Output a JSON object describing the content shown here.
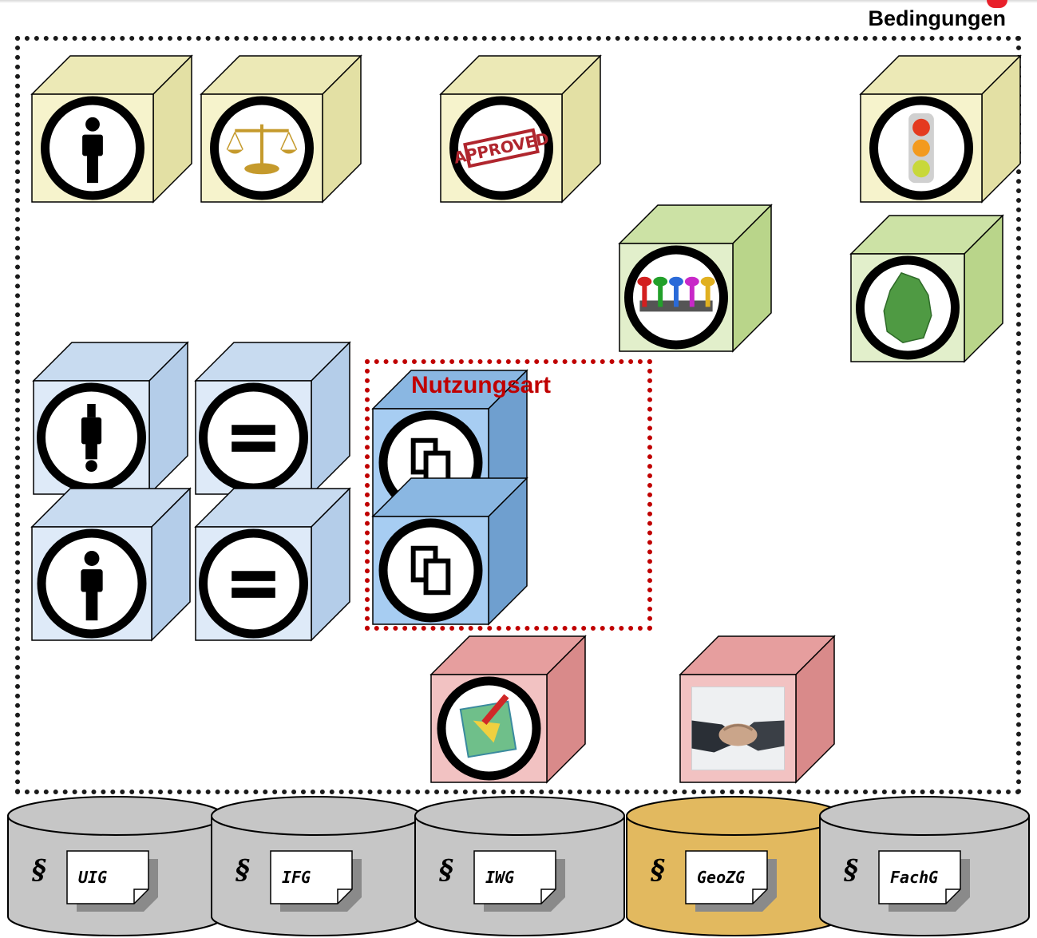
{
  "header": {
    "title": "Bedingungen",
    "accent_color": "#e8202a"
  },
  "usage_box": {
    "label": "Nutzungsart",
    "color": "#c00000"
  },
  "colors": {
    "yellow": [
      "#f6f3cc",
      "#ece9b6",
      "#e3e0a4"
    ],
    "green": [
      "#e2efcb",
      "#cce2a5",
      "#b9d58a"
    ],
    "lightblue": [
      "#deeaf8",
      "#c8dbf0",
      "#b4cde9"
    ],
    "blue": [
      "#a7cdf2",
      "#8ab7e2",
      "#6f9fcf"
    ],
    "red": [
      "#f2c2c2",
      "#e69e9e",
      "#d98a8a"
    ],
    "db_gray": "#c6c6c6",
    "db_gold": "#e2b95f"
  },
  "cubes": [
    {
      "name": "cube-attribution",
      "color": "yellow",
      "icon": "person-icon"
    },
    {
      "name": "cube-legal",
      "color": "yellow",
      "icon": "scales-icon"
    },
    {
      "name": "cube-approved",
      "color": "yellow",
      "icon": "approved-stamp-icon"
    },
    {
      "name": "cube-traffic-light",
      "color": "yellow",
      "icon": "traffic-light-icon"
    },
    {
      "name": "cube-pins",
      "color": "green",
      "icon": "pins-icon"
    },
    {
      "name": "cube-germany",
      "color": "green",
      "icon": "germany-map-icon"
    },
    {
      "name": "cube-attention",
      "color": "lightblue",
      "icon": "exclamation-person-icon"
    },
    {
      "name": "cube-no-derivatives-1",
      "color": "lightblue",
      "icon": "equals-icon"
    },
    {
      "name": "cube-attribution-2",
      "color": "lightblue",
      "icon": "person-icon"
    },
    {
      "name": "cube-no-derivatives-2",
      "color": "lightblue",
      "icon": "equals-icon"
    },
    {
      "name": "cube-copy-1",
      "color": "blue",
      "icon": "copy-icon"
    },
    {
      "name": "cube-copy-2",
      "color": "blue",
      "icon": "copy-icon"
    },
    {
      "name": "cube-map-edit",
      "color": "red",
      "icon": "map-edit-icon"
    },
    {
      "name": "cube-contract",
      "color": "red",
      "icon": "handshake-icon"
    }
  ],
  "databases": [
    {
      "name": "db-uig",
      "symbol": "§",
      "label": "UIG",
      "color": "db_gray"
    },
    {
      "name": "db-ifg",
      "symbol": "§",
      "label": "IFG",
      "color": "db_gray"
    },
    {
      "name": "db-iwg",
      "symbol": "§",
      "label": "IWG",
      "color": "db_gray"
    },
    {
      "name": "db-geozg",
      "symbol": "§",
      "label": "GeoZG",
      "color": "db_gold"
    },
    {
      "name": "db-fachg",
      "symbol": "§",
      "label": "FachG",
      "color": "db_gray"
    }
  ]
}
